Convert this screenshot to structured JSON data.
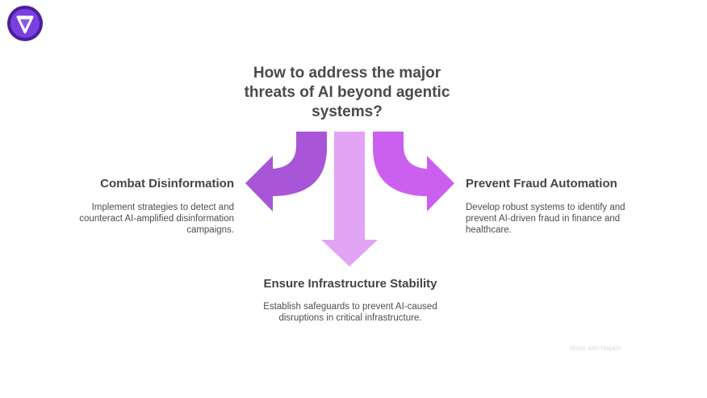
{
  "title": "How to address the major threats of AI beyond agentic systems?",
  "left": {
    "heading": "Combat Disinformation",
    "description": "Implement strategies to detect and counteract AI-amplified disinformation campaigns."
  },
  "right": {
    "heading": "Prevent Fraud Automation",
    "description": "Develop robust systems to identify and prevent AI-driven fraud in finance and healthcare."
  },
  "middle": {
    "heading": "Ensure Infrastructure Stability",
    "description": "Establish safeguards to prevent AI-caused disruptions in critical infrastructure."
  },
  "watermark": "Made with Napkin",
  "colors": {
    "left_arrow": "#a855d8",
    "middle_arrow": "#e2a4f4",
    "right_arrow": "#cc60ee",
    "logo_bg": "#5b2bb5"
  }
}
